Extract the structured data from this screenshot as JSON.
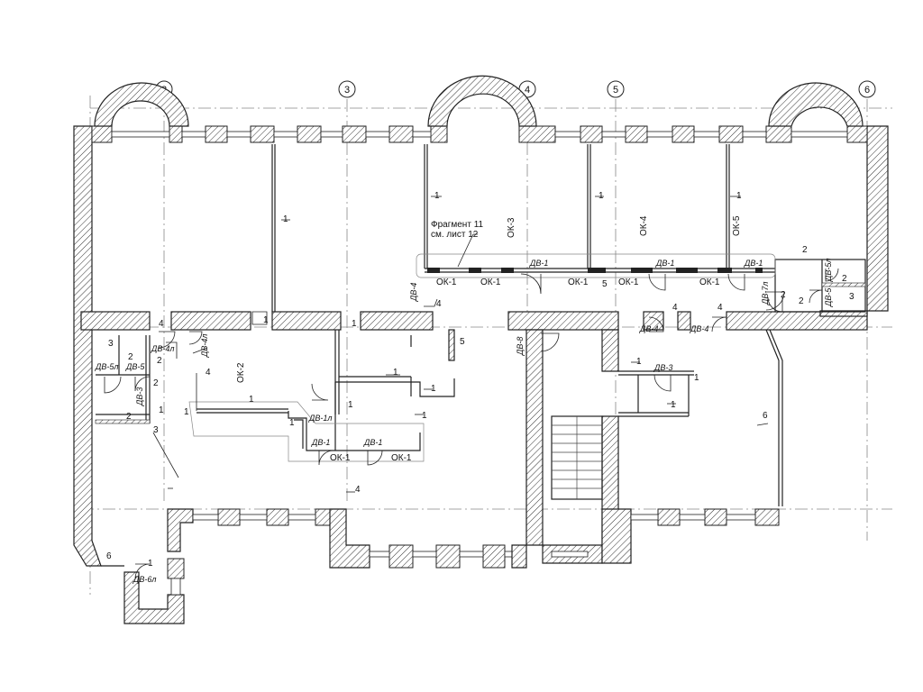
{
  "axes": [
    "2",
    "3",
    "4",
    "5",
    "6"
  ],
  "note": {
    "line1": "Фрагмент 11",
    "line2": "см. лист 12"
  },
  "windows": {
    "ok1": "ОК-1",
    "ok2": "ОК-2",
    "ok3": "ОК-3",
    "ok4": "ОК-4",
    "ok5": "ОК-5"
  },
  "doors": {
    "dv1": "ДВ-1",
    "dv1l": "ДВ-1л",
    "dv3": "ДВ-3",
    "dv4": "ДВ-4",
    "dv4l": "ДВ-4л",
    "dv5": "ДВ-5",
    "dv5l": "ДВ-5л",
    "dv6l": "ДВ-6л",
    "dv7l": "ДВ-7л",
    "dv8": "ДВ-8"
  },
  "marks": {
    "m1": "1",
    "m2": "2",
    "m3": "3",
    "m4": "4",
    "m5": "5",
    "m6": "6"
  }
}
